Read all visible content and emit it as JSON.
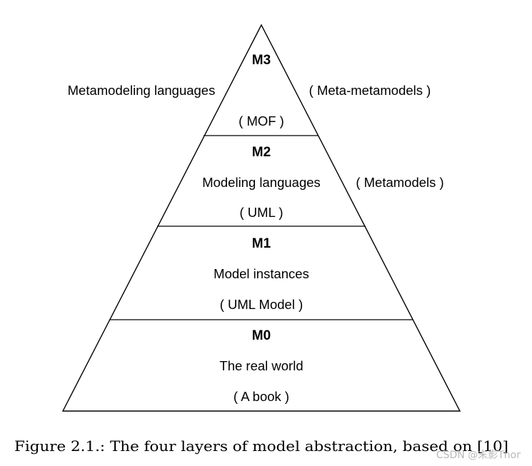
{
  "layers": [
    {
      "id": "M3",
      "name": "",
      "example": "( MOF )",
      "left_label": "Metamodeling languages",
      "right_label": "( Meta-metamodels )"
    },
    {
      "id": "M2",
      "name": "Modeling languages",
      "example": "( UML )",
      "left_label": "",
      "right_label": "( Metamodels )"
    },
    {
      "id": "M1",
      "name": "Model instances",
      "example": "( UML Model )",
      "left_label": "",
      "right_label": ""
    },
    {
      "id": "M0",
      "name": "The real world",
      "example": "( A book )",
      "left_label": "",
      "right_label": ""
    }
  ],
  "caption": "Figure 2.1.: The four layers of model abstraction, based on [10]",
  "watermark": "CSDN @末影Thor"
}
